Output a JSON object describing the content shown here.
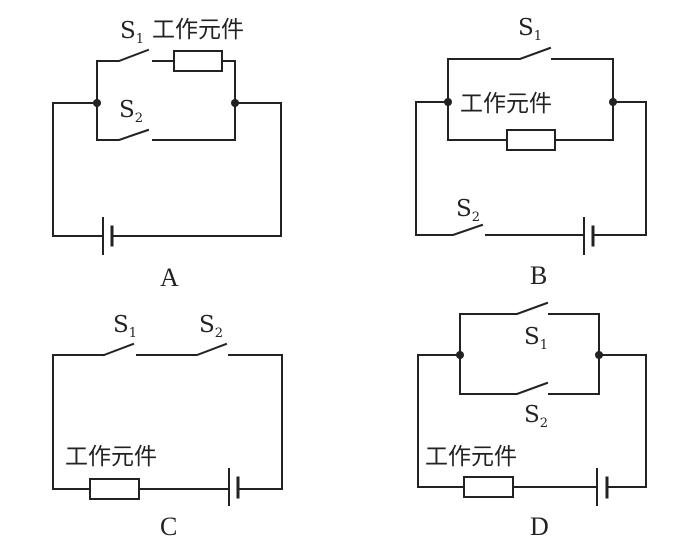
{
  "component_label": "工作元件",
  "switch_prefix": "S",
  "circuits": [
    {
      "option": "A",
      "s1_sub": "1",
      "s2_sub": "2"
    },
    {
      "option": "B",
      "s1_sub": "1",
      "s2_sub": "2"
    },
    {
      "option": "C",
      "s1_sub": "1",
      "s2_sub": "2"
    },
    {
      "option": "D",
      "s1_sub": "1",
      "s2_sub": "2"
    }
  ]
}
